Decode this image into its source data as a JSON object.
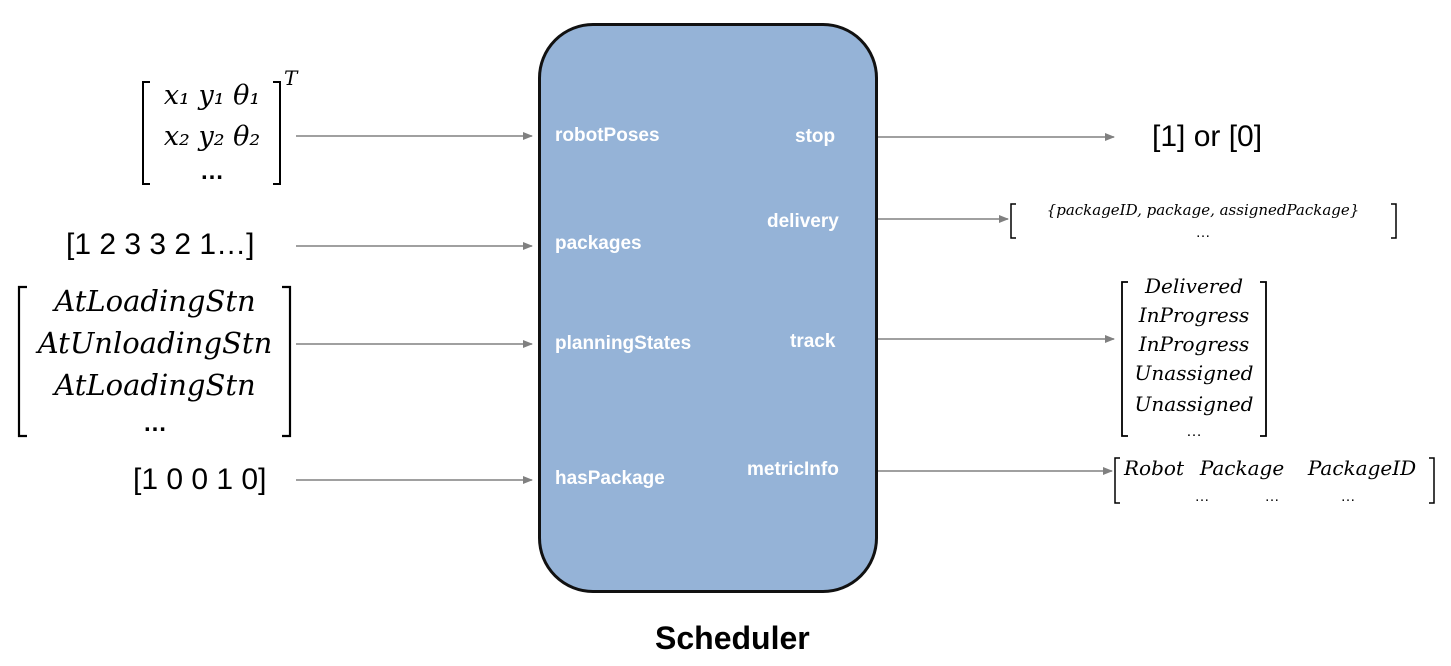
{
  "block": {
    "title": "Scheduler",
    "inputs": [
      "robotPoses",
      "packages",
      "planningStates",
      "hasPackage"
    ],
    "outputs": [
      "stop",
      "delivery",
      "track",
      "metricInfo"
    ]
  },
  "input_values": {
    "robot_poses": {
      "row1": "x₁ y₁ θ₁",
      "row2": "x₂ y₂ θ₂",
      "row3": "…",
      "superscript": "T"
    },
    "packages": "[1 2 3 3 2 1…]",
    "planning_states": [
      "AtLoadingStn",
      "AtUnloadingStn",
      "AtLoadingStn",
      "…"
    ],
    "has_package": "[1 0 0 1 0]"
  },
  "output_values": {
    "stop": "[1] or [0]",
    "delivery": {
      "row1": "{packageID, package, assignedPackage}",
      "row2": "…"
    },
    "track": [
      "Delivered",
      "InProgress",
      "InProgress",
      "Unassigned",
      "Unassigned",
      "…"
    ],
    "metric_info": {
      "headers": [
        "Robot",
        "Package",
        "PackageID"
      ],
      "row2": [
        "…",
        "…",
        "…"
      ]
    }
  }
}
